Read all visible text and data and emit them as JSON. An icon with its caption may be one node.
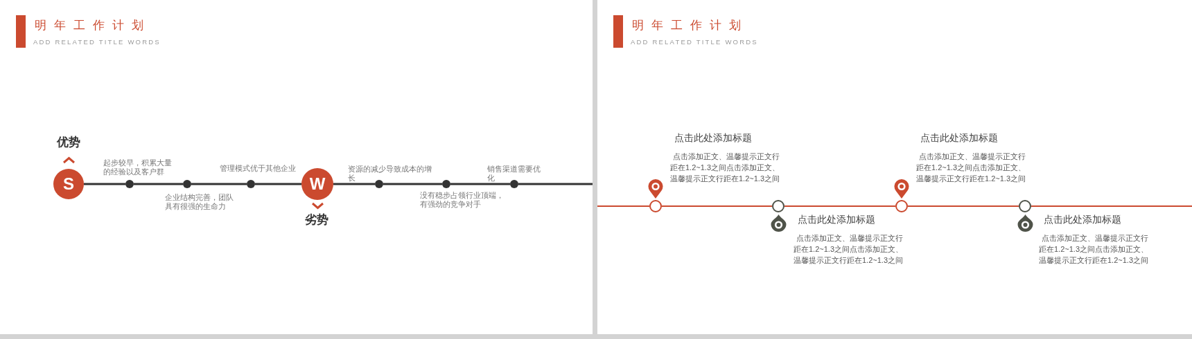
{
  "diagram": {
    "nodes": [
      {
        "text": [
          "明年工作计划",
          "ADD RELATED TITLE WORDS"
        ]
      },
      {
        "text": [
          "S"
        ],
        "beside": [
          "优势"
        ],
        "in": 0
      },
      {
        "text": [],
        "shape": "circle",
        "beside": [
          "起步较早，积累大量的经验以及客户群"
        ],
        "in": 0
      },
      {
        "text": [],
        "shape": "circle",
        "beside": [
          "企业结构完善，团队具有很强的生命力"
        ],
        "in": 0
      },
      {
        "text": [],
        "shape": "circle",
        "beside": [
          "管理模式优于其他企业"
        ],
        "in": 0
      },
      {
        "text": [
          "W"
        ],
        "beside": [
          "劣势"
        ],
        "in": 0
      },
      {
        "text": [],
        "shape": "circle",
        "beside": [
          "资源的减少导致成本的增长"
        ],
        "in": 0
      },
      {
        "text": [],
        "shape": "circle",
        "beside": [
          "没有稳步占领行业顶端，有强劲的竞争对手"
        ],
        "in": 0
      },
      {
        "text": [],
        "shape": "circle",
        "beside": [
          "销售渠道需要优化"
        ],
        "in": 0
      },
      {
        "text": [
          "明年工作计划",
          "ADD RELATED TITLE WORDS"
        ]
      },
      {
        "text": [],
        "shape": "circle",
        "beside": [
          "点击此处添加标题",
          "点击添加正文、温馨提示正文行距在1.2~1.3之间点击添加正文、温馨提示正文行距在1.2~1.3之间"
        ],
        "in": 9
      },
      {
        "text": [],
        "shape": "circle",
        "beside": [
          "点击此处添加标题",
          "点击添加正文、温馨提示正文行距在1.2~1.3之间点击添加正文、温馨提示正文行距在1.2~1.3之间"
        ],
        "in": 9
      },
      {
        "text": [],
        "shape": "circle",
        "beside": [
          "点击此处添加标题",
          "点击添加正文、温馨提示正文行距在1.2~1.3之间点击添加正文、温馨提示正文行距在1.2~1.3之间"
        ],
        "in": 9
      },
      {
        "text": [],
        "shape": "circle",
        "beside": [
          "点击此处添加标题",
          "点击添加正文、温馨提示正文行距在1.2~1.3之间点击添加正文、温馨提示正文行距在1.2~1.3之间"
        ],
        "in": 9
      }
    ],
    "edges": [
      {
        "from": 1,
        "to": 2,
        "arrow": "none"
      },
      {
        "from": 2,
        "to": 3,
        "arrow": "none"
      },
      {
        "from": 3,
        "to": 4,
        "arrow": "none"
      },
      {
        "from": 4,
        "to": 5,
        "arrow": "none"
      },
      {
        "from": 5,
        "to": 6,
        "arrow": "none"
      },
      {
        "from": 6,
        "to": 7,
        "arrow": "none"
      },
      {
        "from": 7,
        "to": 8,
        "arrow": "none"
      },
      {
        "from": 8,
        "to": null,
        "arrow": "none"
      },
      {
        "from": null,
        "to": 10,
        "arrow": "none",
        "color": "#cb4a2f"
      },
      {
        "from": 10,
        "to": 11,
        "arrow": "none",
        "color": "#cb4a2f"
      },
      {
        "from": 11,
        "to": 12,
        "arrow": "none",
        "color": "#cb4a2f"
      },
      {
        "from": 12,
        "to": 13,
        "arrow": "none",
        "color": "#cb4a2f"
      },
      {
        "from": 13,
        "to": null,
        "arrow": "none",
        "color": "#cb4a2f"
      }
    ]
  }
}
